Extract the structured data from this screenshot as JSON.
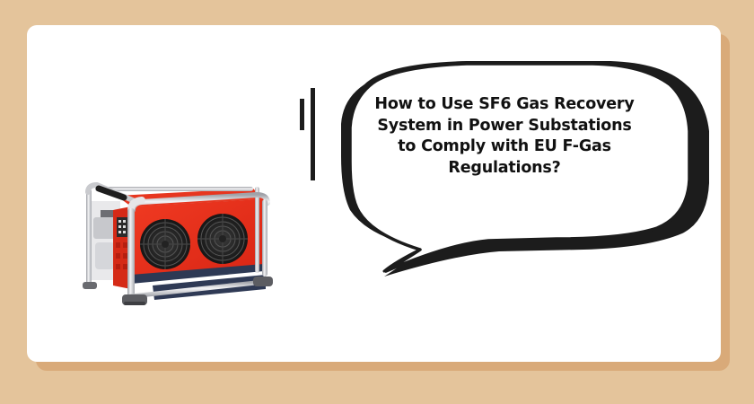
{
  "page": {
    "background_color": "#E4C49B",
    "card_color": "#FFFFFF",
    "card_shadow_color": "#D9AA79"
  },
  "product_image": {
    "label": "SF6 gas recovery machine",
    "body_color": "#E8301E",
    "frame_color": "#D8D8DC",
    "fan_color": "#1E1E1E",
    "base_color": "#2F3A55",
    "fan_count": 2
  },
  "speech_bubble": {
    "outline_color": "#1C1C1C",
    "fill_color": "#FFFFFF",
    "lines": [
      "How to Use SF6 Gas Recovery",
      "System in Power Substations",
      "to Comply with EU F-Gas",
      "Regulations?"
    ]
  },
  "motion_lines": {
    "count": 2,
    "color": "#1C1C1C"
  }
}
